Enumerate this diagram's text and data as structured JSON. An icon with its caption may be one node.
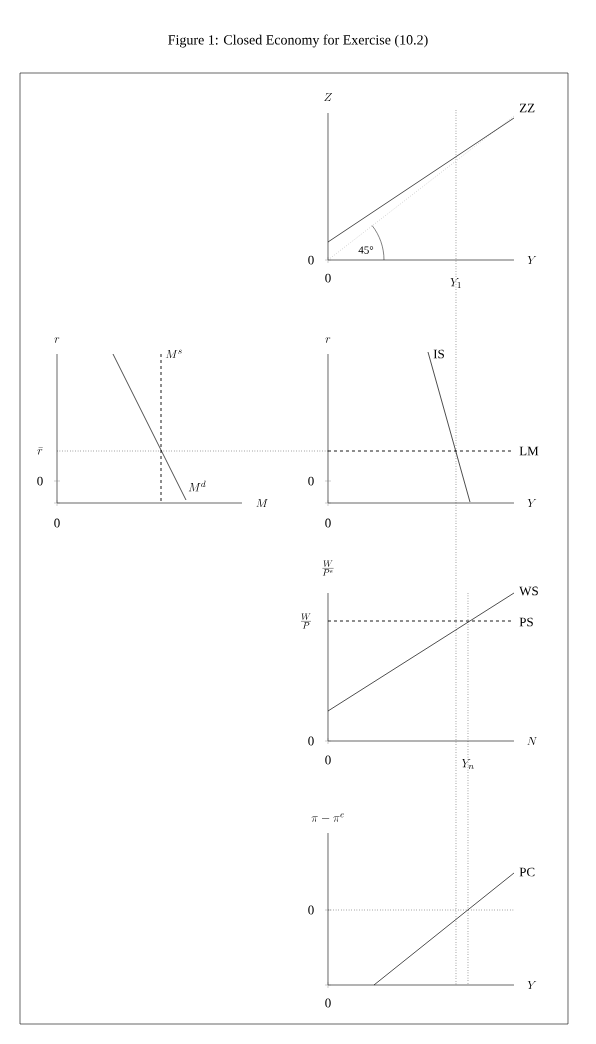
{
  "diagram": {
    "title": "Figure 1: Closed Economy for Exercise (10.2)",
    "labels": [
      "Z",
      "ZZ",
      "45°",
      "0",
      "Y",
      "0",
      "Y_1",
      "r",
      "M^s",
      "r",
      "IS",
      "\\bar{r}",
      "LM",
      "0",
      "M^d",
      "0",
      "M",
      "Y",
      "0",
      "0",
      "\\frac{W}{P^e}",
      "WS",
      "\\frac{W}{P}",
      "PS",
      "0",
      "N",
      "0",
      "Y_n",
      "\\pi - \\pi^e",
      "PC",
      "0",
      "Y",
      "0"
    ]
  }
}
